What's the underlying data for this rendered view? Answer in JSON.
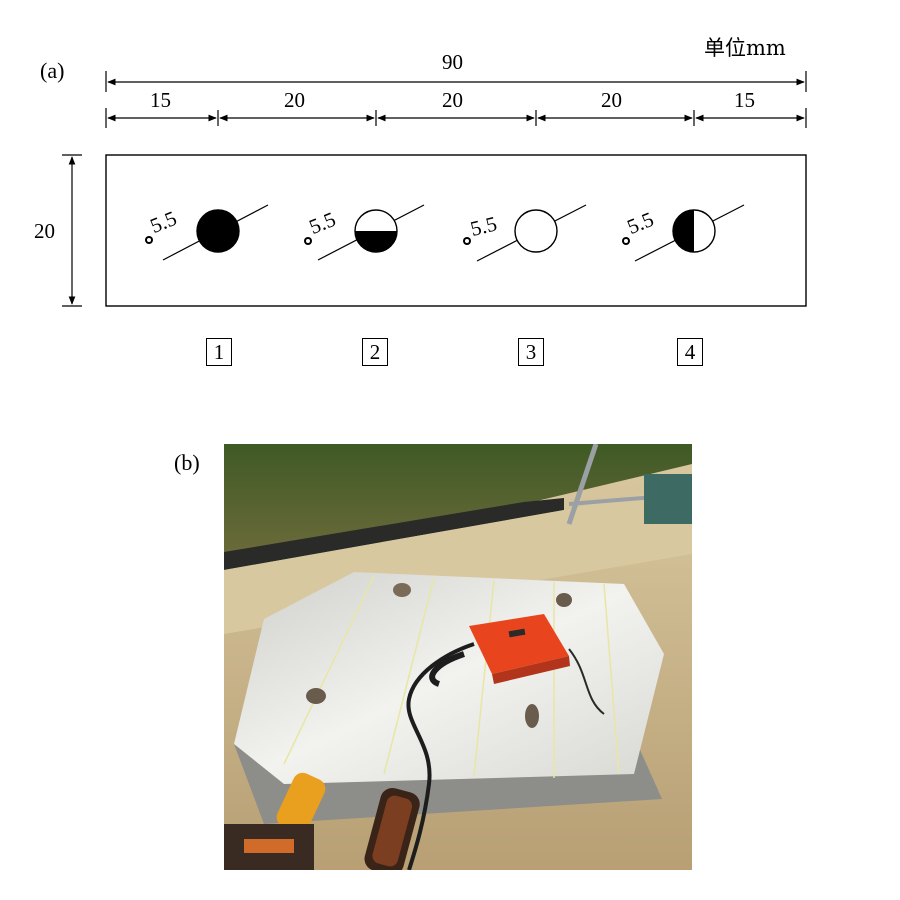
{
  "figure_a": {
    "label": "(a)",
    "unit": "单位mm",
    "total_width": "90",
    "segments": [
      "15",
      "20",
      "20",
      "20",
      "15"
    ],
    "height": "20",
    "hole_diameter": "5.5",
    "specimen_numbers": [
      "1",
      "2",
      "3",
      "4"
    ],
    "hole_fill_states": [
      "full",
      "bottom-half",
      "empty",
      "left-half"
    ]
  },
  "figure_b": {
    "label": "(b)"
  },
  "colors": {
    "ink": "#000000",
    "concrete": "#e6e6e2",
    "instrument_case": "#e8451f",
    "vegetation": "#4a5a2a",
    "soil": "#c9b48a"
  }
}
